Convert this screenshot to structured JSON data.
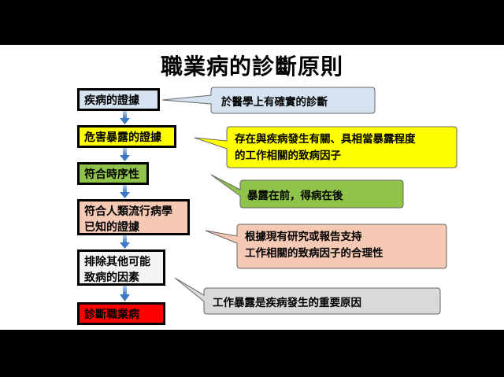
{
  "title": "職業病的診斷原則",
  "steps": [
    {
      "label": "疾病的證據",
      "color": "#d5e3f0"
    },
    {
      "label": "危害暴露的證據",
      "color": "#ffff00"
    },
    {
      "label": "符合時序性",
      "color": "#8fc34a"
    },
    {
      "label_lines": [
        "符合人類流行病學",
        "已知的證據"
      ],
      "color": "#f6c9b5"
    },
    {
      "label_lines": [
        "排除其他可能",
        "致病的因素"
      ],
      "color": "#f3f3f3"
    },
    {
      "label": "診斷職業病",
      "color": "#ff0000"
    }
  ],
  "callouts": [
    {
      "lines": [
        "於醫學上有確實的診斷"
      ],
      "color": "#d5e3f0"
    },
    {
      "lines": [
        "存在與疾病發生有關、具相當暴露程度",
        "的工作相關的致病因子"
      ],
      "color": "#ffff00"
    },
    {
      "lines": [
        "暴露在前，得病在後"
      ],
      "color": "#8fc34a"
    },
    {
      "lines": [
        "根據現有研究或報告支持",
        "工作相關的致病因子的合理性"
      ],
      "color": "#f6c9b5"
    },
    {
      "lines": [
        "工作暴露是疾病發生的重要原因"
      ],
      "color": "#d9d9d9"
    }
  ]
}
